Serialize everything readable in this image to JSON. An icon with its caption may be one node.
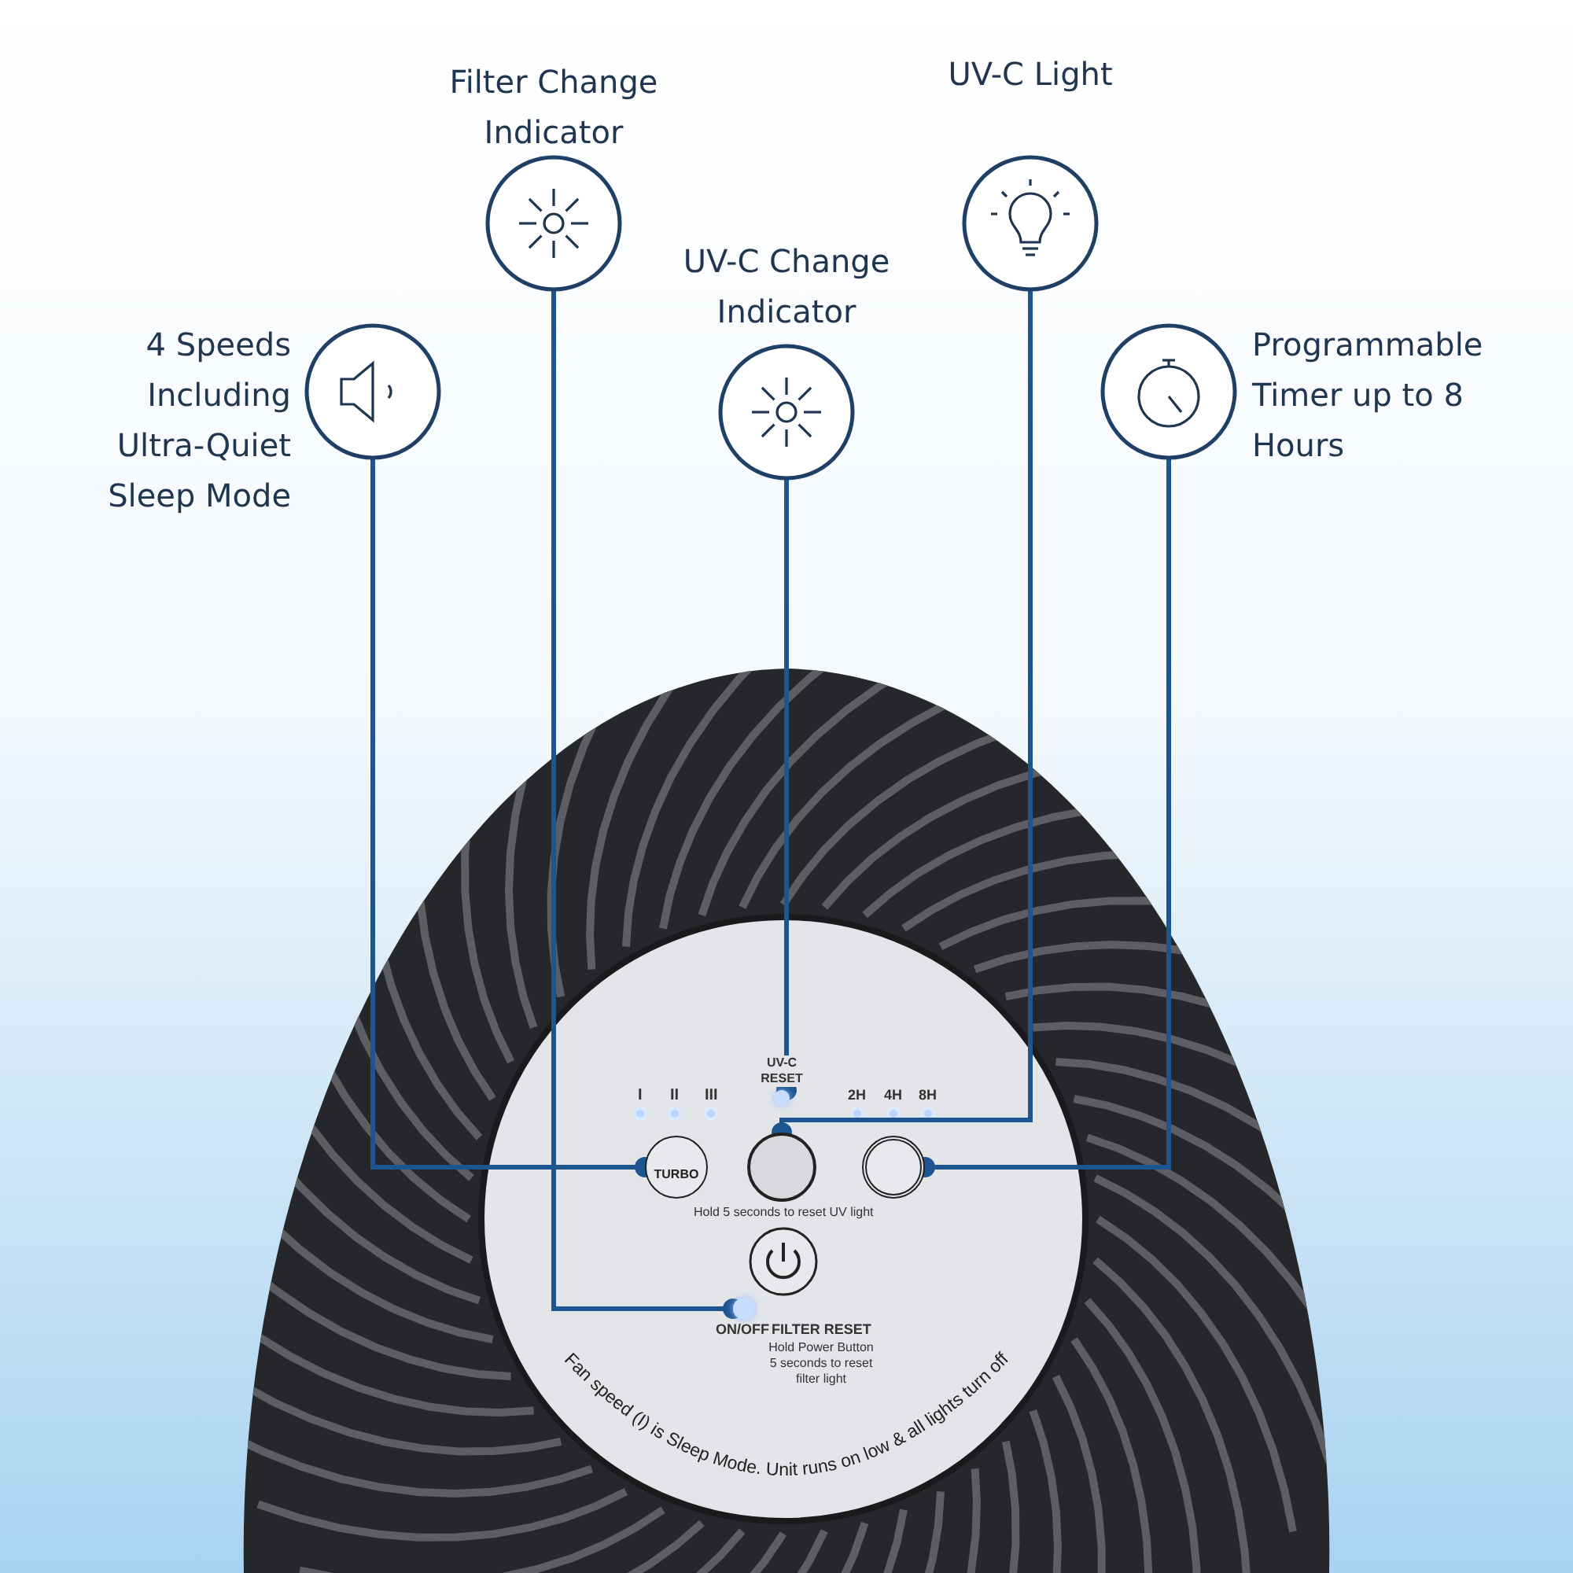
{
  "diagram": {
    "nodes": [
      {
        "text": [
          "4 Speeds Including Ultra-Quiet Sleep Mode"
        ]
      },
      {
        "text": [
          "Filter Change Indicator"
        ]
      },
      {
        "text": [
          "UV-C Change Indicator"
        ]
      },
      {
        "text": [
          "UV-C Light"
        ]
      },
      {
        "text": [
          "Programmable Timer up to 8 Hours"
        ]
      },
      {
        "text": [],
        "shape": "circle"
      },
      {
        "text": [
          "TURBO"
        ]
      },
      {
        "text": [],
        "shape": "circle"
      },
      {
        "text": [],
        "shape": "circle"
      },
      {
        "text": [],
        "shape": "circle"
      }
    ],
    "edges": [
      {
        "from": 0,
        "to": 6,
        "arrow": "other"
      },
      {
        "from": 1,
        "to": 9,
        "arrow": "other"
      },
      {
        "from": 2,
        "to": 5,
        "arrow": "other"
      },
      {
        "from": 3,
        "to": 7,
        "arrow": "other"
      },
      {
        "from": 4,
        "to": 8,
        "arrow": "other"
      }
    ],
    "labels": [
      "I",
      "II",
      "III",
      "UV-C RESET",
      "2H",
      "4H",
      "8H",
      "Hold 5 seconds to reset UV light",
      "ON/OFF",
      "FILTER RESET",
      "Hold Power Button 5 seconds to reset filter light",
      "Fan speed (I) is Sleep Mode. Unit runs on low & all lights turn off"
    ]
  }
}
